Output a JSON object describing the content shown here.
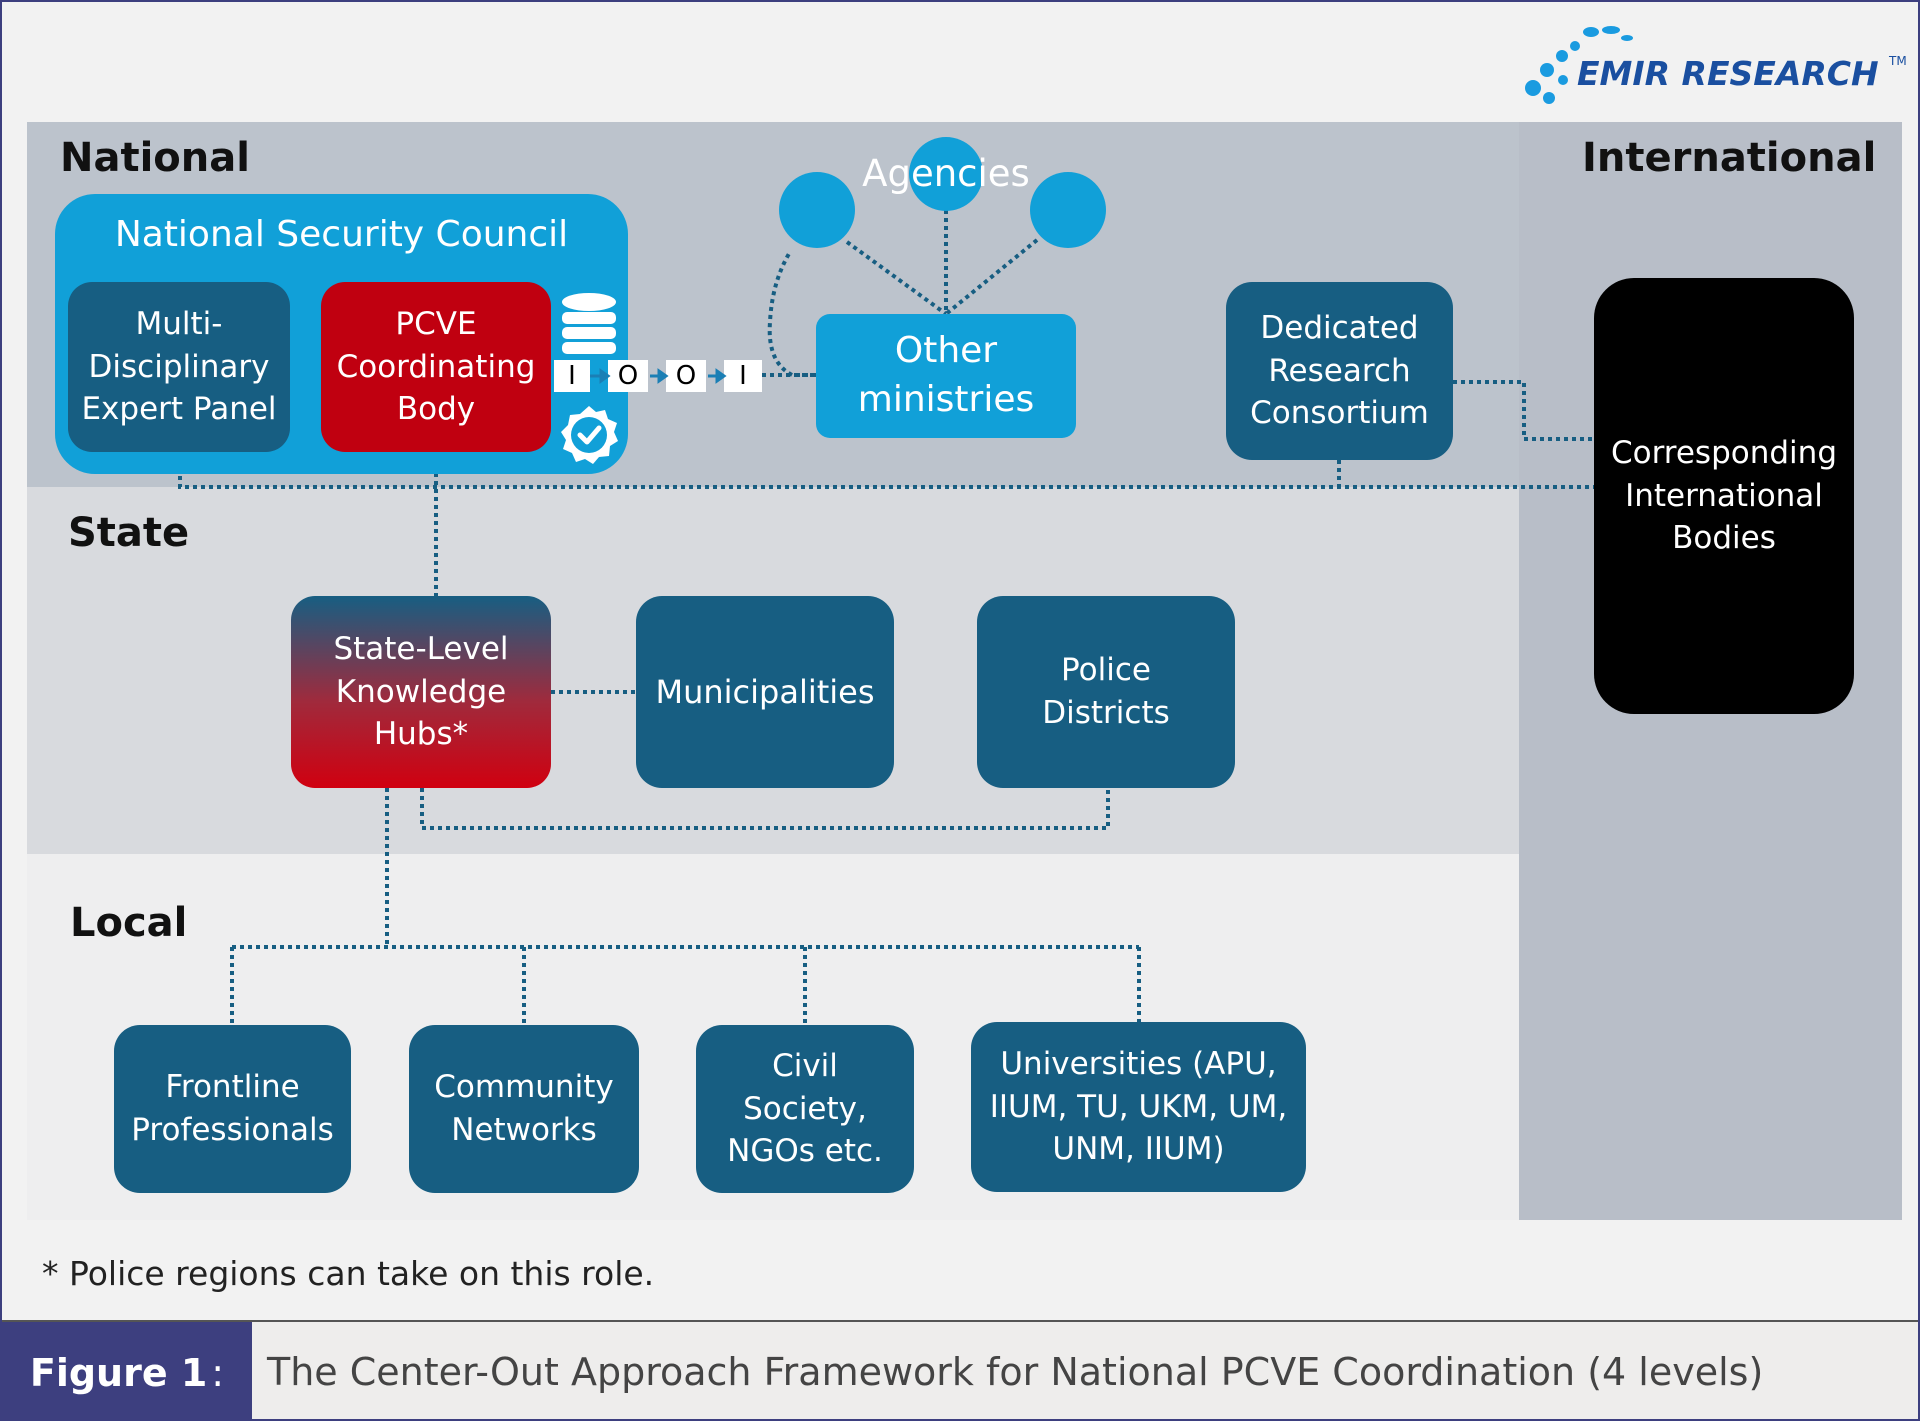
{
  "logo": {
    "text": "EMIR RESEARCH",
    "tm": "TM",
    "color": "#1a4fa0"
  },
  "levels": {
    "national": "National",
    "state": "State",
    "local": "Local",
    "international": "International"
  },
  "national": {
    "nsc_title": "National Security Council",
    "expert_panel": "Multi-Disciplinary Expert Panel",
    "pcve_body": "PCVE Coordinating Body",
    "io_chain": [
      "I",
      "O",
      "O",
      "I"
    ],
    "database_icon": "database-icon",
    "verified_icon": "verified-badge-icon",
    "agencies": "Agencies",
    "other_ministries": "Other ministries",
    "research_consortium": "Dedicated Research Consortium"
  },
  "international": {
    "bodies": "Corresponding International Bodies"
  },
  "state": {
    "knowledge_hubs": "State-Level Knowledge Hubs*",
    "municipalities": "Municipalities",
    "police_districts": "Police Districts"
  },
  "local": {
    "frontline": "Frontline Professionals",
    "community": "Community Networks",
    "civil_society": "Civil Society, NGOs etc.",
    "universities": "Universities (APU, IIUM, TU, UKM, UM, UNM, IIUM)"
  },
  "footnote": "* Police regions can take on this role.",
  "caption": {
    "label": "Figure 1",
    "colon": ":",
    "text": "The Center-Out Approach Framework for National PCVE Coordination (4 levels)"
  },
  "colors": {
    "dark_box": "#175e82",
    "nsc_blue": "#11a0d8",
    "pcve_red": "#c00010",
    "international_black": "#000000",
    "caption_bar": "#3d3f7f",
    "connector": "#175e82"
  }
}
